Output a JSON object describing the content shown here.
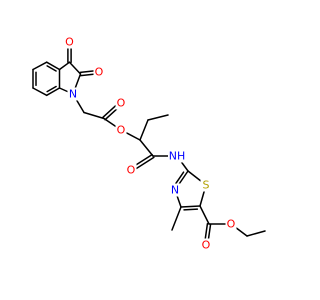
{
  "structure": {
    "atom_labels": [
      {
        "id": "o-ket-c3",
        "text": "O",
        "element": "O"
      },
      {
        "id": "o-ket-c2",
        "text": "O",
        "element": "O"
      },
      {
        "id": "n-isatin",
        "text": "N",
        "element": "N"
      },
      {
        "id": "o-ester-carbonyl",
        "text": "O",
        "element": "O"
      },
      {
        "id": "o-ester-link",
        "text": "O",
        "element": "O"
      },
      {
        "id": "o-amide",
        "text": "O",
        "element": "O"
      },
      {
        "id": "nh-amide",
        "text": "NH",
        "element": "N"
      },
      {
        "id": "s-thiazole",
        "text": "S",
        "element": "S"
      },
      {
        "id": "n-thiazole",
        "text": "N",
        "element": "N"
      },
      {
        "id": "o-ethyl-ester-carbonyl",
        "text": "O",
        "element": "O"
      },
      {
        "id": "o-ethyl-ester-link",
        "text": "O",
        "element": "O"
      }
    ]
  },
  "colors": {
    "bond": "#000000",
    "O": "#ff0000",
    "N": "#0000ff",
    "S": "#b3a100"
  }
}
